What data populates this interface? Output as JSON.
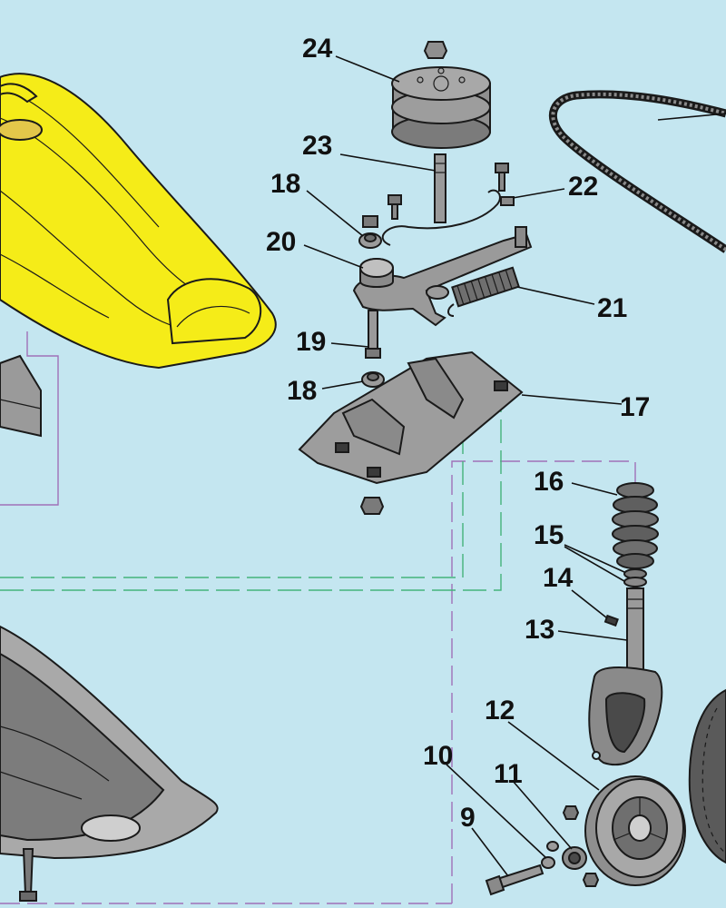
{
  "colors": {
    "background": "#c4e6f0",
    "housing_yellow": "#f5ec18",
    "part_grey": "#8f8f8f",
    "part_dark": "#3a3a3a",
    "guide_purple": "#a070b8",
    "guide_green": "#44b37a"
  },
  "labels": [
    {
      "id": "24",
      "text": "24"
    },
    {
      "id": "23",
      "text": "23"
    },
    {
      "id": "22",
      "text": "22"
    },
    {
      "id": "21",
      "text": "21"
    },
    {
      "id": "20",
      "text": "20"
    },
    {
      "id": "19",
      "text": "19"
    },
    {
      "id": "18a",
      "text": "18"
    },
    {
      "id": "18b",
      "text": "18"
    },
    {
      "id": "17",
      "text": "17"
    },
    {
      "id": "16",
      "text": "16"
    },
    {
      "id": "15",
      "text": "15"
    },
    {
      "id": "14",
      "text": "14"
    },
    {
      "id": "13",
      "text": "13"
    },
    {
      "id": "12",
      "text": "12"
    },
    {
      "id": "11",
      "text": "11"
    },
    {
      "id": "10",
      "text": "10"
    },
    {
      "id": "9",
      "text": "9"
    }
  ]
}
